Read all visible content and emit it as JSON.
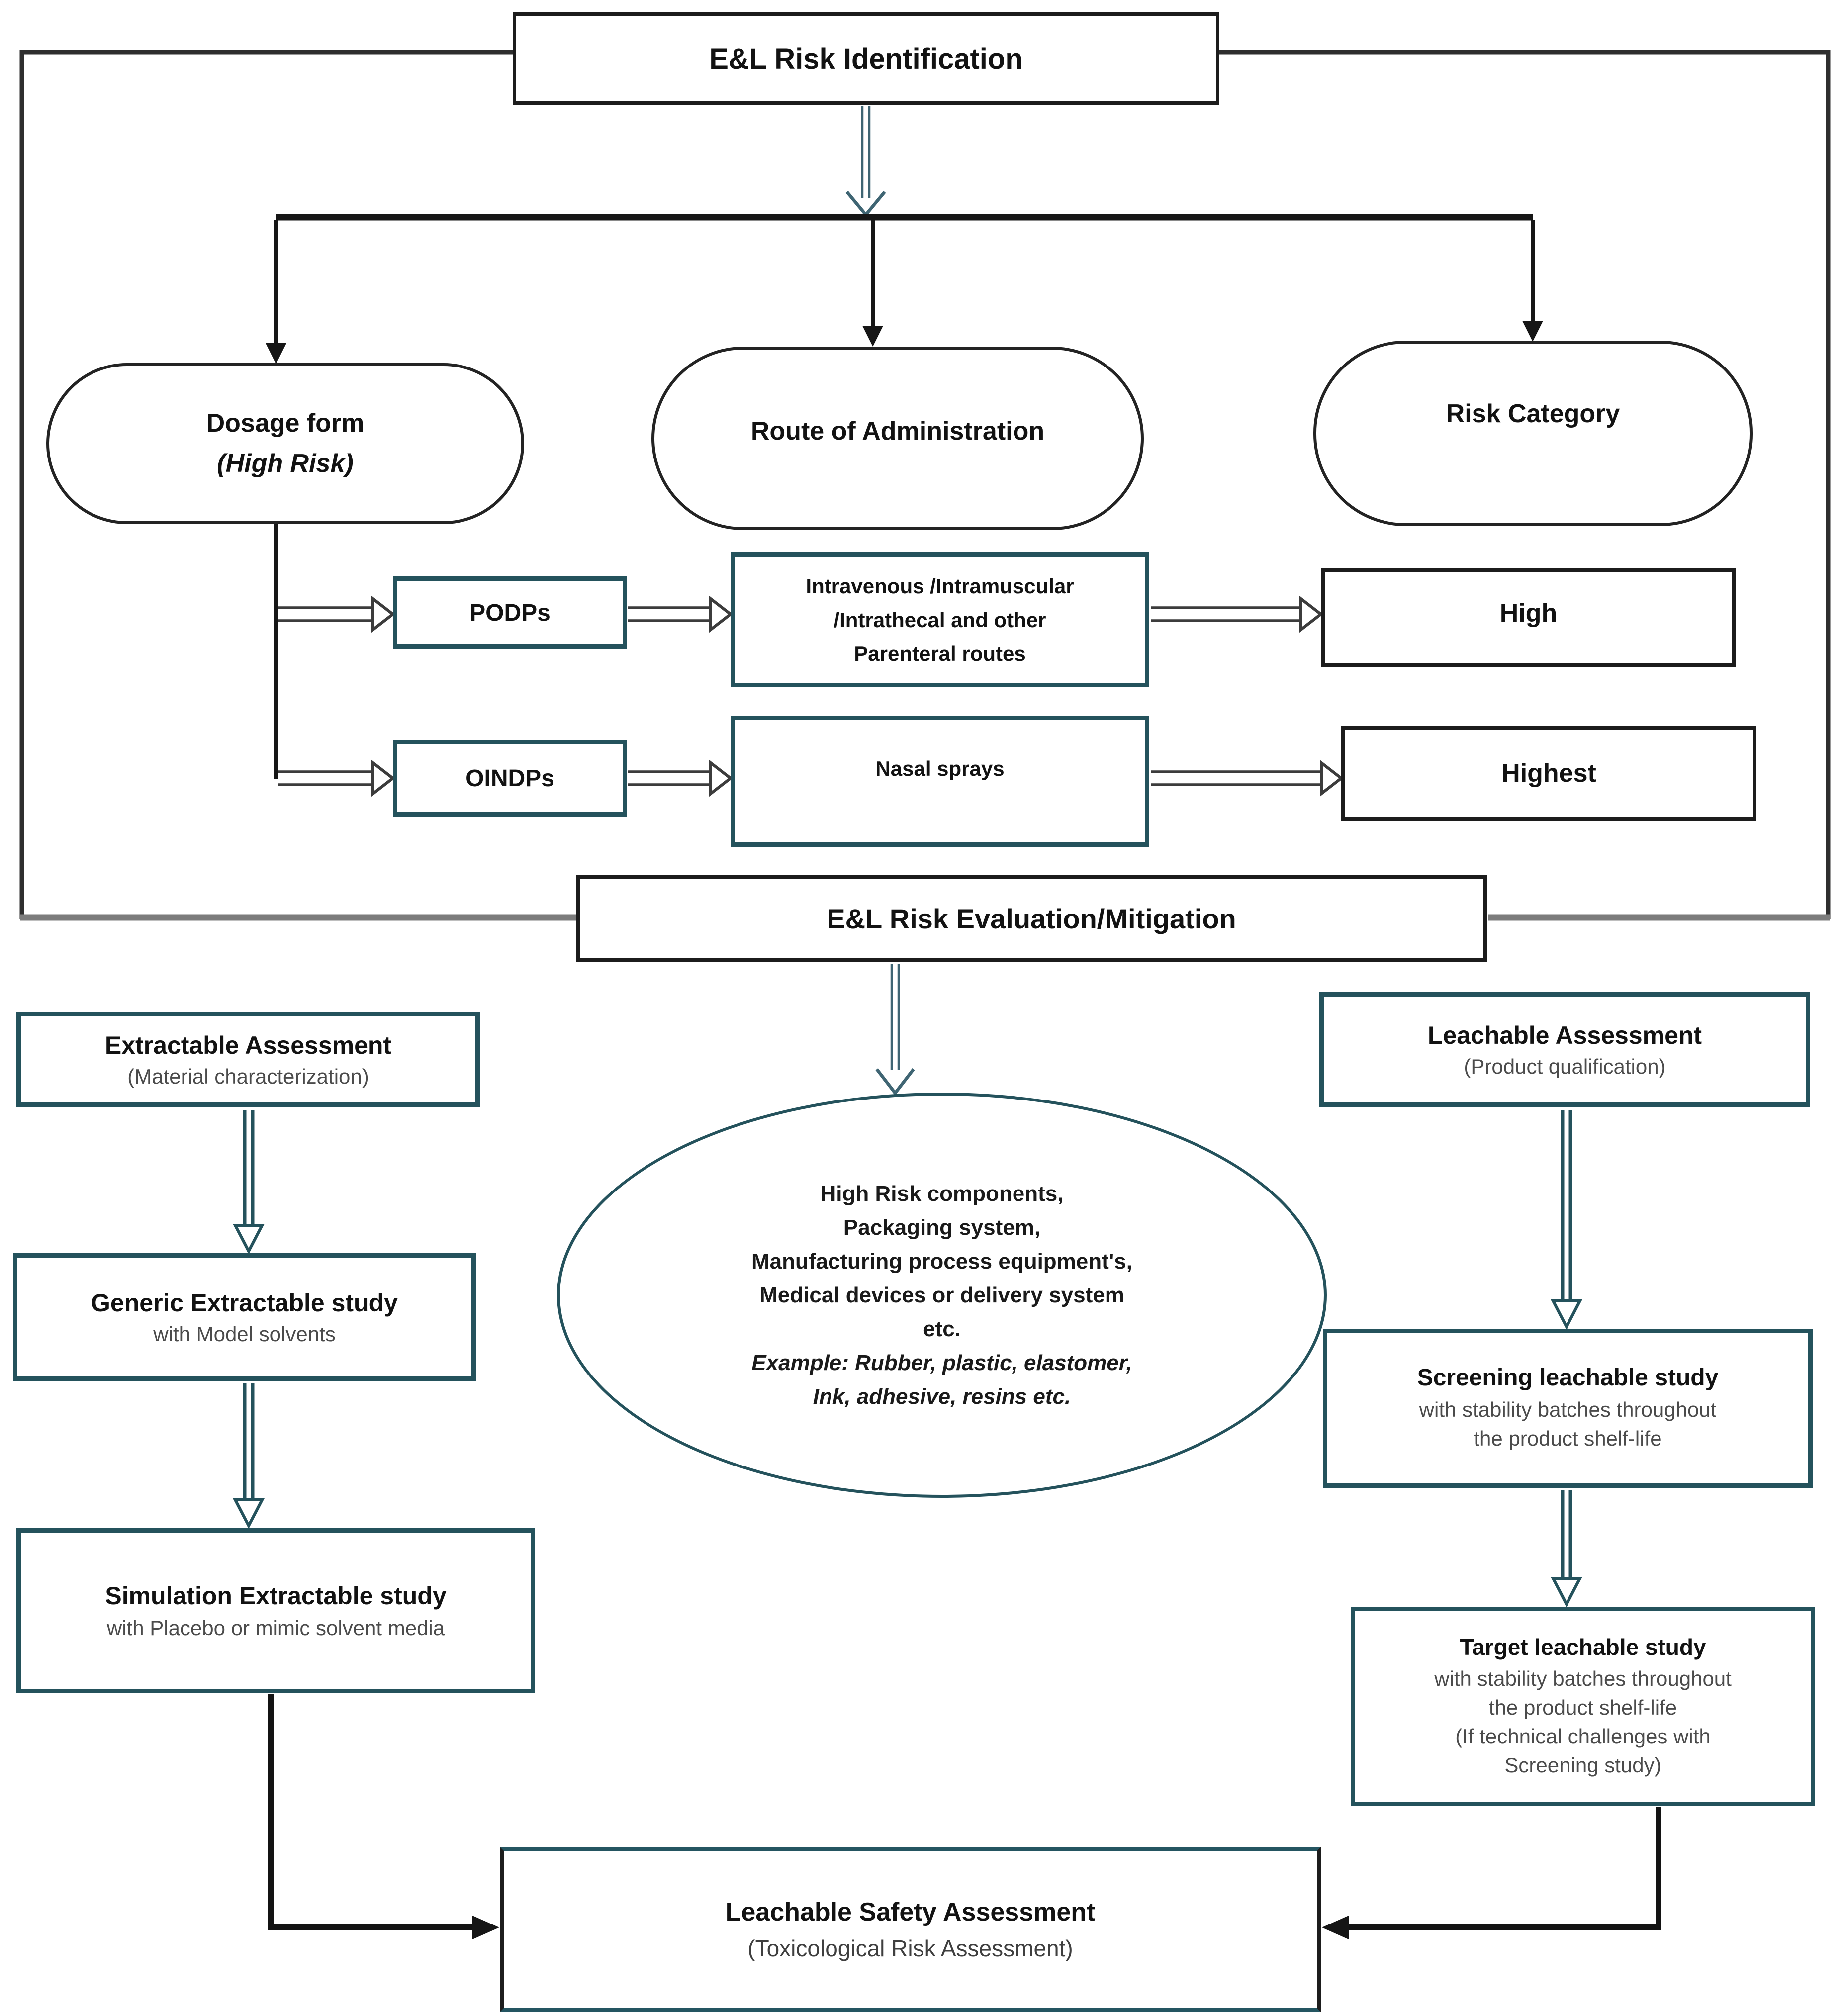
{
  "diagram_title": "E&L Risk Identification flowchart",
  "colors": {
    "teal_border": "#24525c",
    "black_border": "#1c1c1c",
    "gray_subtext": "#4b4b4b",
    "background": "#ffffff"
  },
  "nodes": {
    "identification": {
      "label": "E&L Risk Identification"
    },
    "dosage_form": {
      "label": "Dosage form",
      "sublabel": "(High Risk)"
    },
    "route_of_administration": {
      "label": "Route of Administration"
    },
    "risk_category": {
      "label": "Risk Category"
    },
    "podps": {
      "label": "PODPs"
    },
    "parenteral_routes": {
      "lines": [
        "Intravenous /Intramuscular",
        "/Intrathecal and other",
        "Parenteral routes"
      ]
    },
    "high": {
      "label": "High"
    },
    "oindps": {
      "label": "OINDPs"
    },
    "nasal_sprays": {
      "label": "Nasal sprays"
    },
    "highest": {
      "label": "Highest"
    },
    "evaluation": {
      "label": "E&L Risk Evaluation/Mitigation"
    },
    "extractable_assessment": {
      "label": "Extractable Assessment",
      "sublabel": "(Material characterization)"
    },
    "generic_extractable_study": {
      "label": "Generic Extractable study",
      "sublabel": "with Model solvents"
    },
    "simulation_extractable_study": {
      "label": "Simulation Extractable study",
      "sublabel": "with Placebo or mimic solvent media"
    },
    "high_risk_components": {
      "lines": [
        "High Risk components,",
        "Packaging system,",
        "Manufacturing process equipment's,",
        "Medical devices or delivery system",
        "etc.",
        "Example: Rubber, plastic, elastomer,",
        "Ink, adhesive, resins etc."
      ]
    },
    "leachable_assessment": {
      "label": "Leachable Assessment",
      "sublabel": "(Product qualification)"
    },
    "screening_leachable_study": {
      "label": "Screening leachable study",
      "sublines": [
        "with stability batches throughout",
        "the product shelf-life"
      ]
    },
    "target_leachable_study": {
      "label": "Target leachable study",
      "sublines": [
        "with stability batches throughout",
        "the product shelf-life",
        "(If technical challenges with",
        "Screening study)"
      ]
    },
    "leachable_safety_assessment": {
      "label": "Leachable Safety Assessment",
      "sublabel": "(Toxicological Risk Assessment)"
    }
  }
}
